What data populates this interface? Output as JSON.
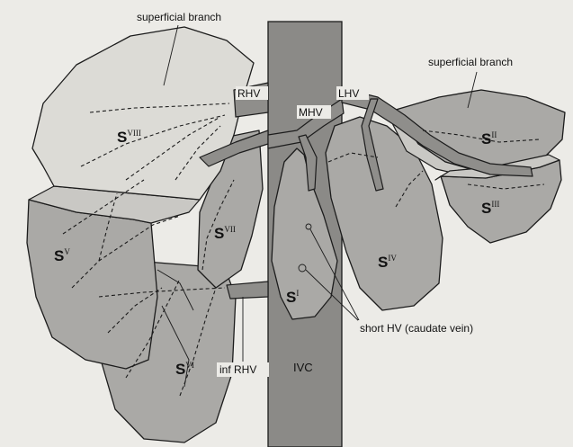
{
  "labels": {
    "superficial_branch_left": "superficial branch",
    "superficial_branch_right": "superficial branch",
    "rhv": "RHV",
    "mhv": "MHV",
    "lhv": "LHV",
    "ivc": "IVC",
    "inf_rhv": "inf RHV",
    "short_hv": "short HV (caudate vein)"
  },
  "segments": {
    "s1": {
      "letter": "S",
      "numeral": "I"
    },
    "s2": {
      "letter": "S",
      "numeral": "II"
    },
    "s3": {
      "letter": "S",
      "numeral": "III"
    },
    "s4": {
      "letter": "S",
      "numeral": "IV"
    },
    "s5": {
      "letter": "S",
      "numeral": "V"
    },
    "s6": {
      "letter": "S",
      "numeral": "VI"
    },
    "s7": {
      "letter": "S",
      "numeral": "VII"
    },
    "s8": {
      "letter": "S",
      "numeral": "VIII"
    }
  }
}
